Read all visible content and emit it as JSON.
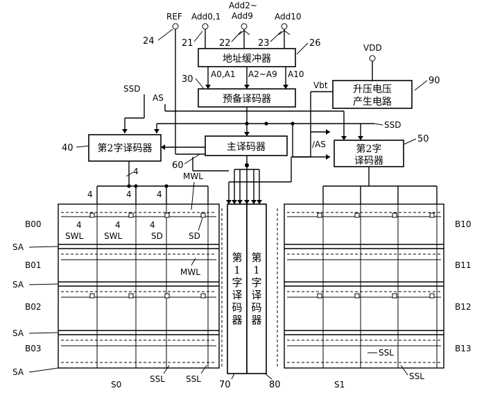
{
  "pins": {
    "ref": "REF",
    "add01": "Add0,1",
    "add29_top": "Add2~",
    "add29_bot": "Add9",
    "add10": "Add10",
    "vdd": "VDD"
  },
  "refs": {
    "r24": "24",
    "r21": "21",
    "r22": "22",
    "r23": "23",
    "r26": "26",
    "r30": "30",
    "r90": "90",
    "r40": "40",
    "r50": "50",
    "r60": "60",
    "r70": "70",
    "r80": "80"
  },
  "blocks": {
    "addr_buffer": "地址缓冲器",
    "predecoder": "预备译码器",
    "boost_l1": "升压电压",
    "boost_l2": "产生电路",
    "main_decoder": "主译码器",
    "second_left": "第2字译码器",
    "second_right_l1": "第2字",
    "second_right_l2": "译码器",
    "first_a_chars": [
      "第",
      "1",
      "字",
      "译",
      "码",
      "器"
    ],
    "first_b_chars": [
      "第",
      "1",
      "字",
      "译",
      "码",
      "器"
    ]
  },
  "signals": {
    "a01": "A0,A1",
    "a29": "A2~A9",
    "a10": "A10",
    "vbt": "Vbt",
    "ssd_top": "SSD",
    "as": "AS",
    "ssd_right": "SSD",
    "nas": "/AS",
    "mwl_top": "MWL",
    "mwl_mid": "MWL",
    "swl1": "SWL",
    "swl2": "SWL",
    "sd1": "SD",
    "sd2": "SD",
    "ssl_l1": "SSL",
    "ssl_l2": "SSL",
    "ssl_r1": "SSL",
    "ssl_r2": "SSL",
    "s0": "S0",
    "s1": "S1",
    "n4_a": "4",
    "n4_b": "4",
    "n4_c": "4",
    "n4_d": "4",
    "n4_e": "4",
    "n4_f": "4",
    "n4_g": "4"
  },
  "banks": {
    "left": [
      "B00",
      "B01",
      "B02",
      "B03"
    ],
    "right": [
      "B10",
      "B11",
      "B12",
      "B13"
    ],
    "sa": [
      "SA",
      "SA",
      "SA",
      "SA"
    ]
  }
}
